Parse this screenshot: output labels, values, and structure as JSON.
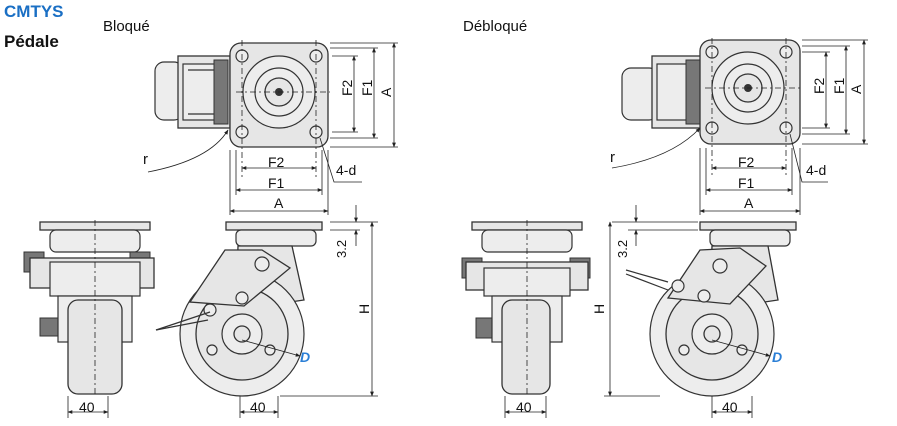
{
  "header": {
    "series": "CMTYS",
    "type": "Pédale"
  },
  "states": {
    "locked": "Bloqué",
    "unlocked": "Débloqué"
  },
  "labels": {
    "A": "A",
    "F1": "F1",
    "F2": "F2",
    "hole": "4-d",
    "radius": "r",
    "height": "H",
    "offset": "3.2",
    "width": "40",
    "wheel": "D"
  },
  "colors": {
    "accent": "#1a6fc4",
    "dimension_D": "#2b7fd6"
  }
}
